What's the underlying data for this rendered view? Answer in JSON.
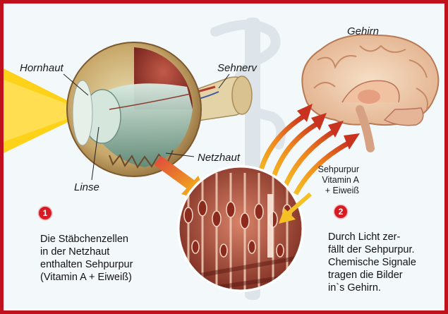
{
  "labels": {
    "brain": "Gehirn",
    "cornea": "Hornhaut",
    "optic_nerve": "Sehnerv",
    "retina": "Netzhaut",
    "lens": "Linse",
    "rhodopsin": [
      "Sehpurpur",
      "Vitamin A",
      "+ Eiweiß"
    ]
  },
  "steps": [
    {
      "number": "1",
      "lines": [
        "Die Stäbchenzellen",
        "in der Netzhaut",
        "enthalten Sehpurpur",
        "(Vitamin A + Eiweiß)"
      ]
    },
    {
      "number": "2",
      "lines": [
        "Durch Licht zer-",
        "fällt der Sehpurpur.",
        "Chemische Signale",
        "tragen die Bilder",
        "in`s Gehirn."
      ]
    }
  ],
  "colors": {
    "frame": "#c0121c",
    "background": "#f3f8fb",
    "badge": "#d71b25",
    "light_beam": "#ffd21a"
  }
}
